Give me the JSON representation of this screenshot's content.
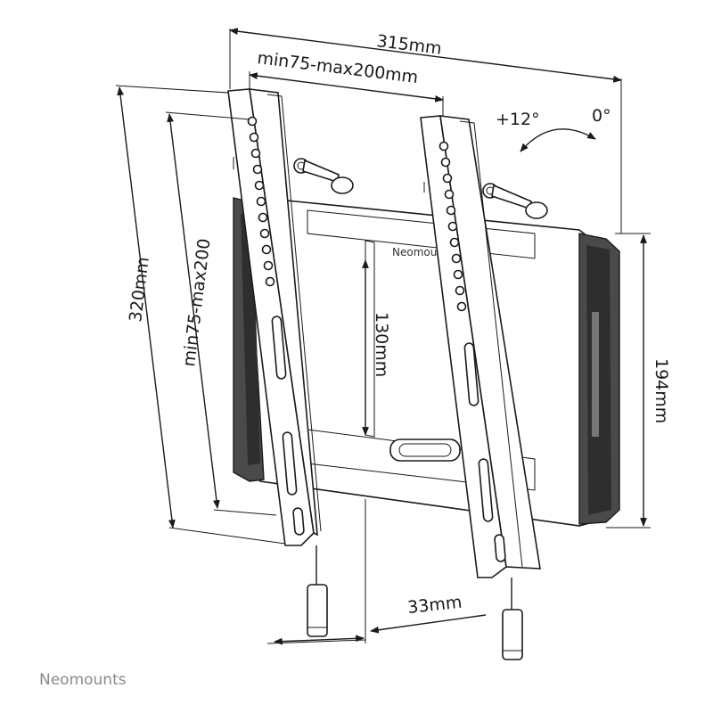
{
  "dimensions": {
    "overall_width": "315mm",
    "vesa_horizontal": "min75-max200mm",
    "overall_height": "320mm",
    "vesa_vertical": "min75-max200",
    "hole_spacing": "130mm",
    "plate_height": "194mm",
    "wall_distance": "33mm"
  },
  "tilt": {
    "forward": "+12°",
    "neutral": "0°"
  },
  "plate_brand": "Neomou",
  "brand": "Neomounts"
}
